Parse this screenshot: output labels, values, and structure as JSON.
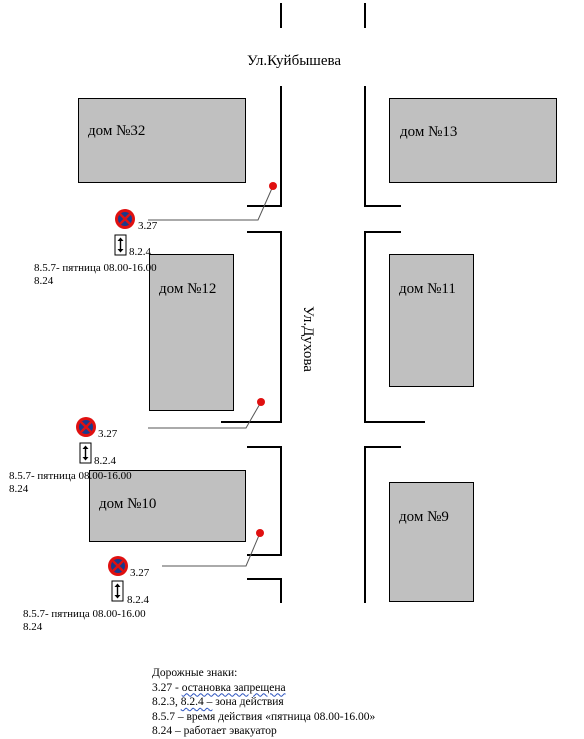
{
  "streets": {
    "kuibysheva": "Ул.Куйбышева",
    "dukhova": "Ул.Духова"
  },
  "houses": {
    "h32": "дом №32",
    "h13": "дом №13",
    "h12": "дом №12",
    "h11": "дом №11",
    "h10": "дом №10",
    "h9": "дом №9"
  },
  "signs": [
    {
      "main_code": "3.27",
      "zone_code": "8.2.4",
      "time_code": "8.5.7- пятница 08.00-16.00",
      "tow_code": "8.24"
    },
    {
      "main_code": "3.27",
      "zone_code": "8.2.4",
      "time_code": "8.5.7- пятница 08.00-16.00",
      "tow_code": "8.24"
    },
    {
      "main_code": "3.27",
      "zone_code": "8.2.4",
      "time_code": "8.5.7- пятница 08.00-16.00",
      "tow_code": "8.24"
    }
  ],
  "legend": {
    "title": "Дорожные знаки:",
    "line1_prefix": "3.27 - ",
    "line1_underlined": "остановка  запрещена",
    "line2_prefix": "8.2.3, ",
    "line2_underlined": "8.2.4  –",
    "line2_suffix": " зона действия",
    "line3": "8.5.7 – время действия  «пятница 08.00-16.00»",
    "line4": "8.24 –  работает эвакуатор"
  },
  "colors": {
    "house_fill": "#c0c0c0",
    "sign_red": "#e01010",
    "sign_blue": "#1a3a8c",
    "marker_red": "#e01010"
  }
}
